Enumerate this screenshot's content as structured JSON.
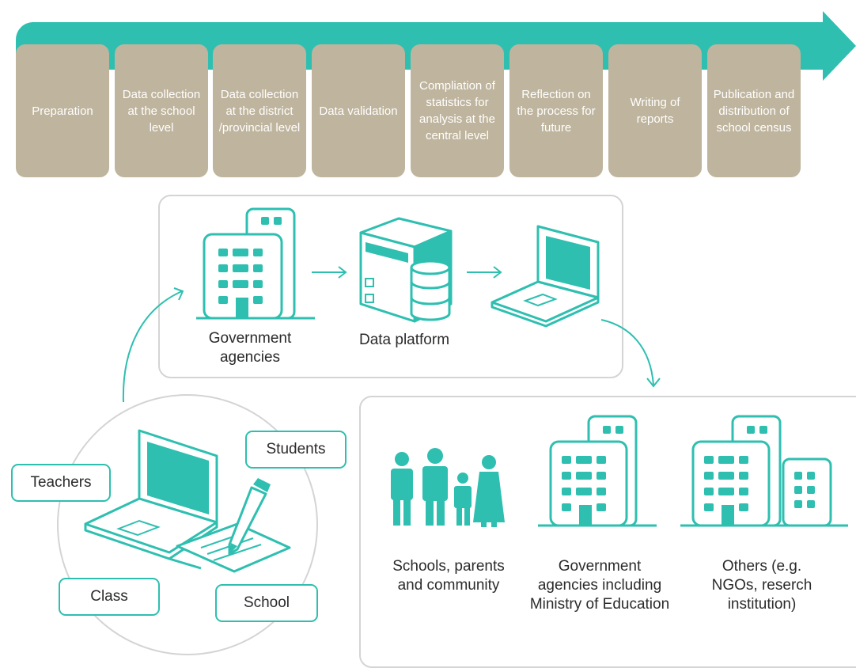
{
  "process_steps": [
    "Preparation",
    "Data collection at the school level",
    "Data collection at the district /provincial level",
    "Data validation",
    "Compliation of statistics for analysis at the central level",
    "Reflection on the process for future",
    "Writing of reports",
    "Publication and distribution of school census"
  ],
  "flow": {
    "government_agencies": "Government agencies",
    "data_platform": "Data platform"
  },
  "sources": {
    "teachers": "Teachers",
    "students": "Students",
    "class": "Class",
    "school": "School"
  },
  "users": {
    "schools": "Schools, parents and community",
    "government": "Government agencies including Ministry of Education",
    "others": "Others (e.g. NGOs, reserch institution)"
  },
  "colors": {
    "teal": "#2ebfb0",
    "step_box": "#bfb49d",
    "panel_border": "#d4d4d4"
  }
}
